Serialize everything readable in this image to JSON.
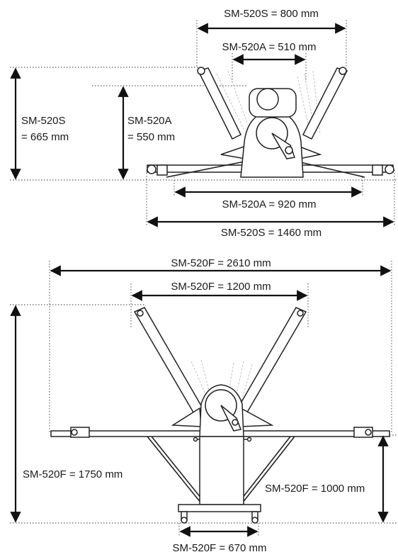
{
  "top_view": {
    "sm520s_width": "SM-520S = 800 mm",
    "sm520a_width": "SM-520A = 510 mm",
    "sm520s_height_line1": "SM-520S",
    "sm520s_height_line2": "= 665 mm",
    "sm520a_height_line1": "SM-520A",
    "sm520a_height_line2": "= 550 mm",
    "sm520a_length": "SM-520A = 920 mm",
    "sm520s_length": "SM-520S = 1460 mm"
  },
  "bottom_view": {
    "sm520f_length": "SM-520F = 2610 mm",
    "sm520f_width": "SM-520F = 1200 mm",
    "sm520f_height": "SM-520F = 1750 mm",
    "sm520f_table_height": "SM-520F = 1000 mm",
    "sm520f_base_width": "SM-520F = 670 mm"
  }
}
